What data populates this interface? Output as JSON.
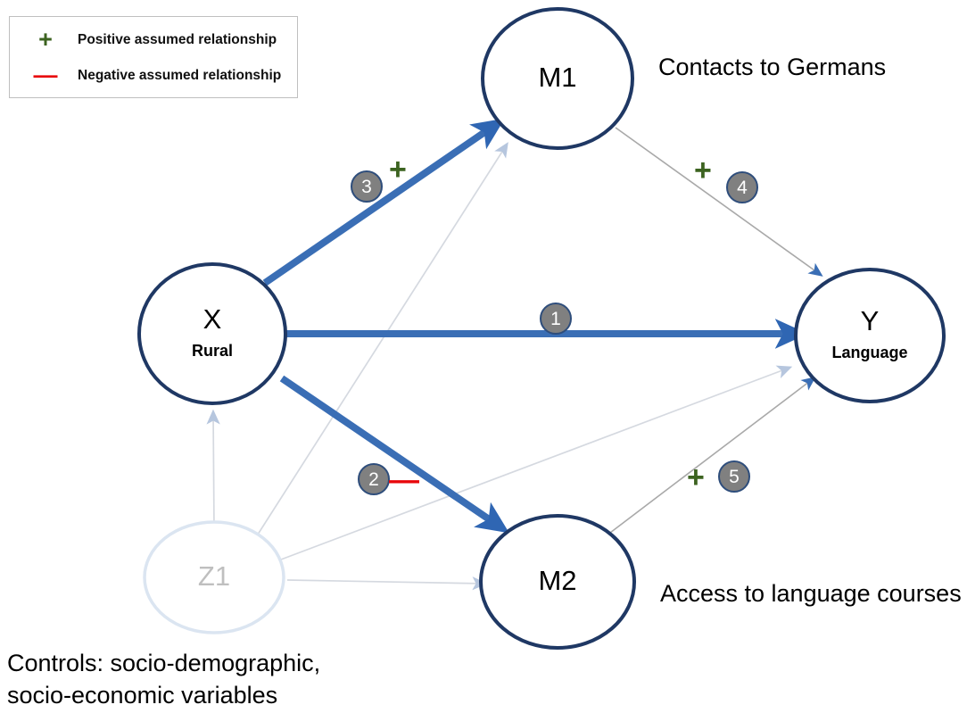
{
  "legend": {
    "title": "relationship-legend",
    "rows": [
      {
        "glyph": "+",
        "label": "Positive assumed relationship"
      },
      {
        "glyph": "—",
        "label": "Negative assumed relationship"
      }
    ]
  },
  "nodes": {
    "m1": {
      "id": "M1",
      "sub": "",
      "side_label": "Contacts to Germans"
    },
    "x": {
      "id": "X",
      "sub": "Rural",
      "side_label": ""
    },
    "y": {
      "id": "Y",
      "sub": "Language",
      "side_label": ""
    },
    "m2": {
      "id": "M2",
      "sub": "",
      "side_label": "Access to language courses"
    },
    "z1": {
      "id": "Z1",
      "sub": "",
      "side_label": ""
    }
  },
  "paths": [
    {
      "number": "1",
      "sign": "",
      "from": "X",
      "to": "Y",
      "style": "strong"
    },
    {
      "number": "2",
      "sign": "—",
      "from": "X",
      "to": "M2",
      "style": "strong"
    },
    {
      "number": "3",
      "sign": "+",
      "from": "X",
      "to": "M1",
      "style": "strong"
    },
    {
      "number": "4",
      "sign": "+",
      "from": "M1",
      "to": "Y",
      "style": "thin"
    },
    {
      "number": "5",
      "sign": "+",
      "from": "M2",
      "to": "Y",
      "style": "thin"
    }
  ],
  "controls_note": "Controls: socio-demographic,\nsocio-economic variables",
  "colors": {
    "positive": "#3c6320",
    "negative": "#e8070b",
    "node_stroke": "#1f3864",
    "edge_strong": "#3a6eb5",
    "edge_thin": "#a9a9a9",
    "badge_fill": "#808080"
  }
}
